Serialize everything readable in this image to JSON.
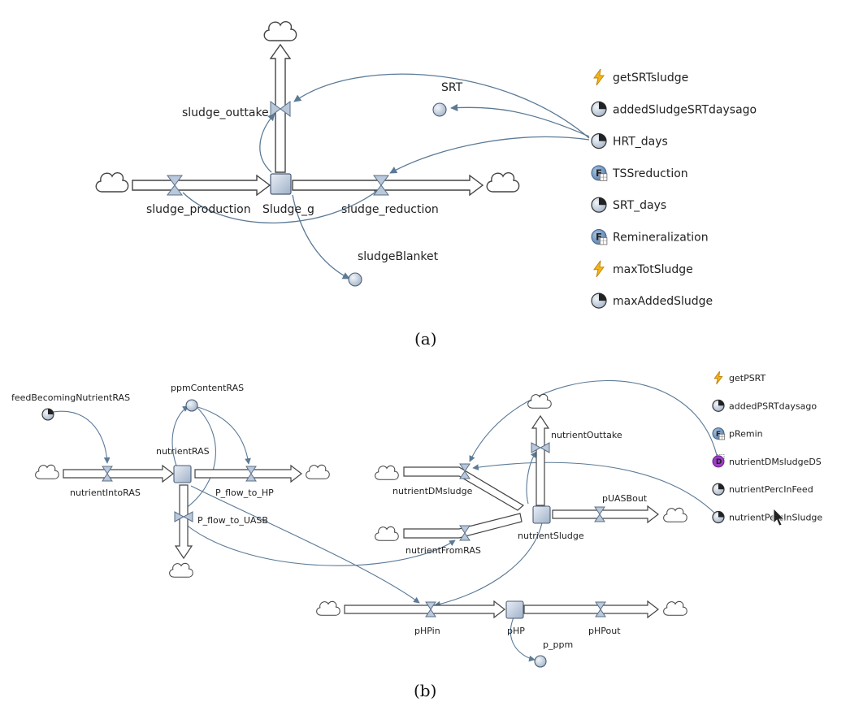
{
  "panel_a": {
    "caption": "(a)",
    "stock": "Sludge_g",
    "flows": {
      "outtake": "sludge_outtake",
      "production": "sludge_production",
      "reduction": "sludge_reduction"
    },
    "variables": {
      "srt": "SRT",
      "blanket": "sludgeBlanket"
    },
    "legend": [
      {
        "icon": "lightning",
        "label": "getSRTsludge"
      },
      {
        "icon": "variable",
        "label": "addedSludgeSRTdaysago"
      },
      {
        "icon": "variable",
        "label": "HRT_days"
      },
      {
        "icon": "table-function",
        "label": "TSSreduction"
      },
      {
        "icon": "variable",
        "label": "SRT_days"
      },
      {
        "icon": "table-function",
        "label": "Remineralization"
      },
      {
        "icon": "lightning",
        "label": "maxTotSludge"
      },
      {
        "icon": "variable",
        "label": "maxAddedSludge"
      }
    ]
  },
  "panel_b": {
    "caption": "(b)",
    "stocks": {
      "ras": "nutrientRAS",
      "sludge": "nutrientSludge",
      "hp": "pHP"
    },
    "flows": {
      "into_ras": "nutrientIntoRAS",
      "to_hp": "P_flow_to_HP",
      "to_uasb": "P_flow_to_UASB",
      "dm_sludge": "nutrientDMsludge",
      "from_ras": "nutrientFromRAS",
      "outtake": "nutrientOuttake",
      "uas_out": "pUASBout",
      "hp_in": "pHPin",
      "hp_out": "pHPout"
    },
    "variables": {
      "feed": "feedBecomingNutrientRAS",
      "ppm_ras": "ppmContentRAS",
      "p_ppm": "p_ppm"
    },
    "legend": [
      {
        "icon": "lightning",
        "label": "getPSRT"
      },
      {
        "icon": "variable",
        "label": "addedPSRTdaysago"
      },
      {
        "icon": "table-function",
        "label": "pRemin"
      },
      {
        "icon": "dataset",
        "label": "nutrientDMsludgeDS"
      },
      {
        "icon": "variable",
        "label": "nutrientPercInFeed"
      },
      {
        "icon": "variable",
        "label": "nutrientPercInSludge"
      }
    ]
  }
}
